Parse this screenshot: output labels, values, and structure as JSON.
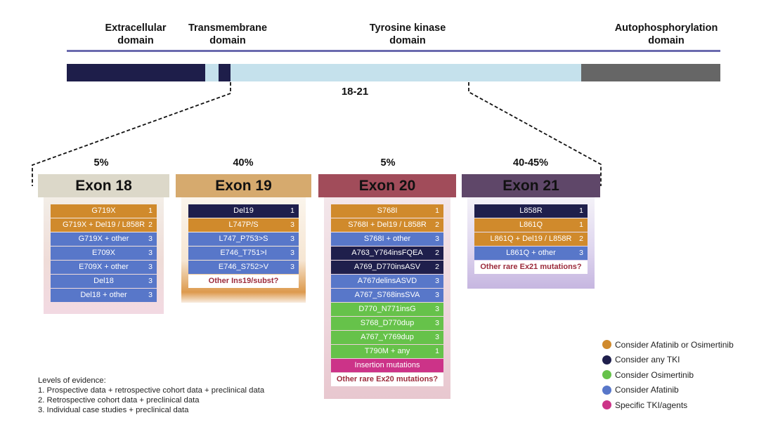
{
  "domains": {
    "extracellular": "Extracellular\ndomain",
    "extracellular_l1": "Extracellular",
    "extracellular_l2": "domain",
    "transmembrane_l1": "Transmembrane",
    "transmembrane_l2": "domain",
    "tyrosine_l1": "Tyrosine kinase",
    "tyrosine_l2": "domain",
    "auto_l1": "Autophosphorylation",
    "auto_l2": "domain"
  },
  "exon_range_label": "18-21",
  "colors": {
    "consider_afatinib_or_osimertinib": "#d08a2c",
    "consider_any_tki": "#1f1f4c",
    "consider_osimertinib": "#66c24a",
    "consider_afatinib": "#5877c9",
    "specific_tki_agents": "#cc3388"
  },
  "exons": [
    {
      "name": "Exon 18",
      "frequency": "5%",
      "mutations": [
        {
          "label": "G719X",
          "level": "1",
          "category": "orange"
        },
        {
          "label": "G719X + Del19 / L858R",
          "level": "2",
          "category": "orange"
        },
        {
          "label": "G719X + other",
          "level": "3",
          "category": "blue"
        },
        {
          "label": "E709X",
          "level": "3",
          "category": "blue"
        },
        {
          "label": "E709X + other",
          "level": "3",
          "category": "blue"
        },
        {
          "label": "Del18",
          "level": "3",
          "category": "blue"
        },
        {
          "label": "Del18 + other",
          "level": "3",
          "category": "blue"
        }
      ]
    },
    {
      "name": "Exon 19",
      "frequency": "40%",
      "mutations": [
        {
          "label": "Del19",
          "level": "1",
          "category": "navy"
        },
        {
          "label": "L747P/S",
          "level": "3",
          "category": "orange"
        },
        {
          "label": "L747_P753>S",
          "level": "3",
          "category": "blue"
        },
        {
          "label": "E746_T751>I",
          "level": "3",
          "category": "blue"
        },
        {
          "label": "E746_S752>V",
          "level": "3",
          "category": "blue"
        },
        {
          "label": "Other Ins19/subst?",
          "level": "",
          "category": "note"
        }
      ]
    },
    {
      "name": "Exon 20",
      "frequency": "5%",
      "mutations": [
        {
          "label": "S768I",
          "level": "1",
          "category": "orange"
        },
        {
          "label": "S768I + Del19 / L858R",
          "level": "2",
          "category": "orange"
        },
        {
          "label": "S768I + other",
          "level": "3",
          "category": "blue"
        },
        {
          "label": "A763_Y764insFQEA",
          "level": "2",
          "category": "navy"
        },
        {
          "label": "A769_D770insASV",
          "level": "2",
          "category": "navy"
        },
        {
          "label": "A767delinsASVD",
          "level": "3",
          "category": "blue"
        },
        {
          "label": "A767_S768insSVA",
          "level": "3",
          "category": "blue"
        },
        {
          "label": "D770_N771insG",
          "level": "3",
          "category": "green"
        },
        {
          "label": "S768_D770dup",
          "level": "3",
          "category": "green"
        },
        {
          "label": "A767_Y769dup",
          "level": "3",
          "category": "green"
        },
        {
          "label": "T790M + any",
          "level": "1",
          "category": "green"
        },
        {
          "label": "Insertion mutations",
          "level": "",
          "category": "magenta"
        },
        {
          "label": "Other rare Ex20 mutations?",
          "level": "",
          "category": "note"
        }
      ]
    },
    {
      "name": "Exon 21",
      "frequency": "40-45%",
      "mutations": [
        {
          "label": "L858R",
          "level": "1",
          "category": "navy"
        },
        {
          "label": "L861Q",
          "level": "1",
          "category": "orange"
        },
        {
          "label": "L861Q + Del19 / L858R",
          "level": "2",
          "category": "orange"
        },
        {
          "label": "L861Q + other",
          "level": "3",
          "category": "blue"
        },
        {
          "label": "Other rare Ex21 mutations?",
          "level": "",
          "category": "note"
        }
      ]
    }
  ],
  "legend": [
    {
      "label": "Consider Afatinib or Osimertinib",
      "color": "#d08a2c"
    },
    {
      "label": "Consider any TKI",
      "color": "#1f1f4c"
    },
    {
      "label": "Consider Osimertinib",
      "color": "#66c24a"
    },
    {
      "label": "Consider Afatinib",
      "color": "#5877c9"
    },
    {
      "label": "Specific TKI/agents",
      "color": "#cc3388"
    }
  ],
  "levels_of_evidence": {
    "title": "Levels of evidence:",
    "items": [
      "1. Prospective data + retrospective cohort data + preclinical data",
      "2. Retrospective cohort data + preclinical data",
      "3. Individual case studies + preclinical data"
    ]
  }
}
